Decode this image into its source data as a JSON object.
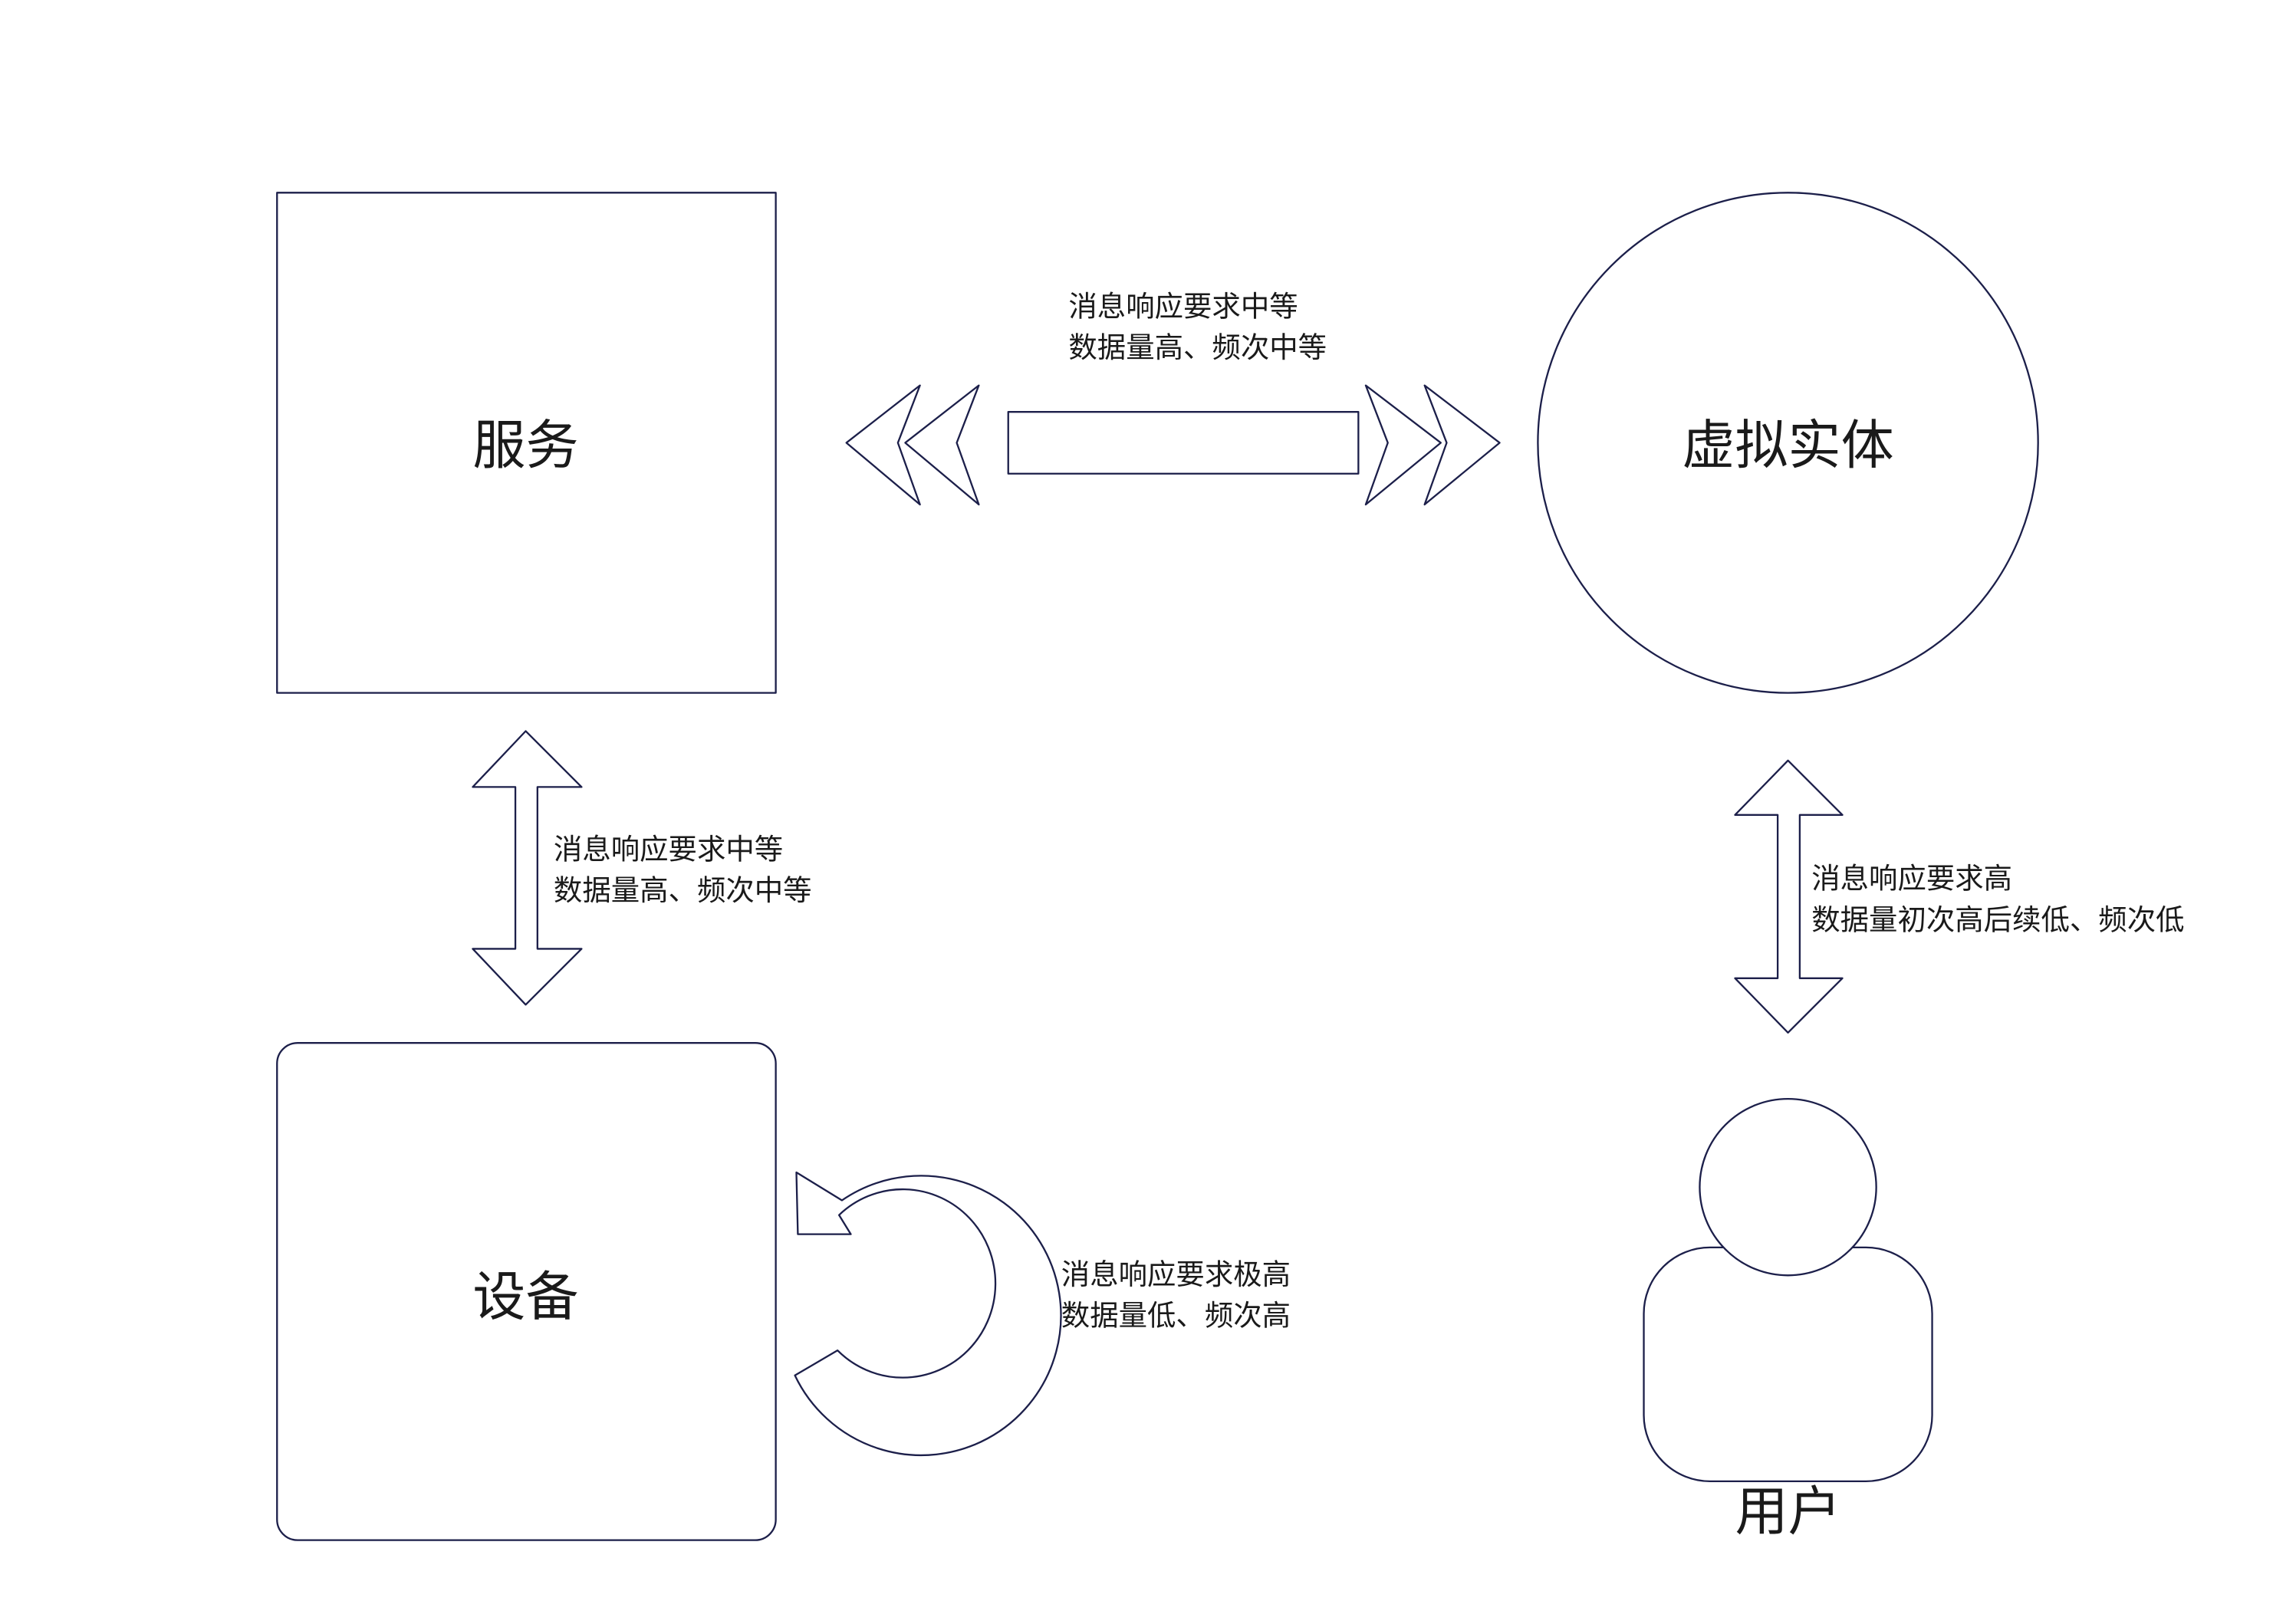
{
  "colors": {
    "stroke": "#1c1f4a",
    "text": "#1a1a1a",
    "background": "#ffffff"
  },
  "nodes": {
    "service": "服务",
    "virtual_entity": "虚拟实体",
    "device": "设备",
    "user": "用户"
  },
  "edges": {
    "service_virtual": {
      "line1": "消息响应要求中等",
      "line2": "数据量高、频次中等"
    },
    "service_device": {
      "line1": "消息响应要求中等",
      "line2": "数据量高、频次中等"
    },
    "device_self": {
      "line1": "消息响应要求极高",
      "line2": "数据量低、频次高"
    },
    "virtual_user": {
      "line1": "消息响应要求高",
      "line2": "数据量初次高后续低、频次低"
    }
  }
}
